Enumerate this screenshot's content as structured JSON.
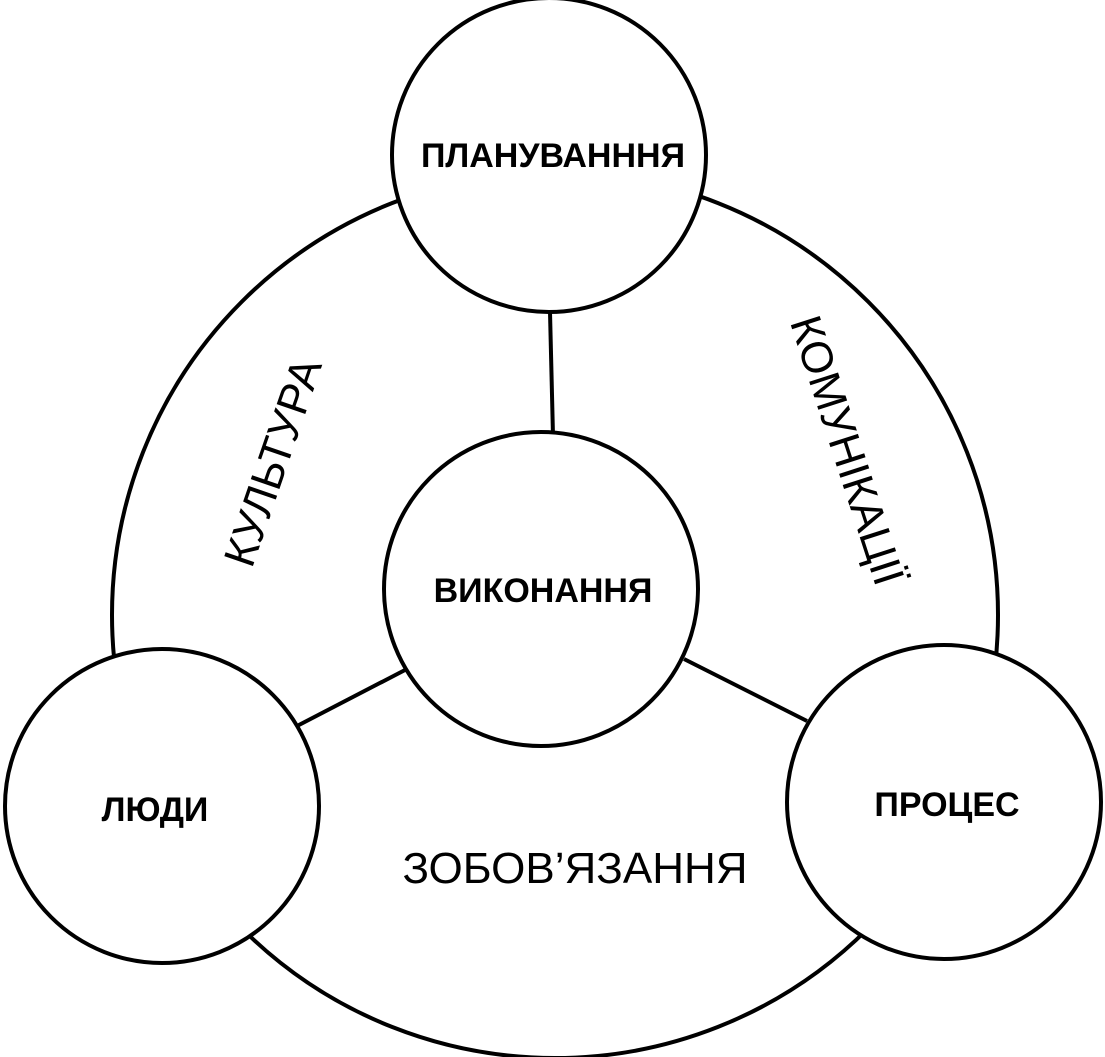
{
  "diagram": {
    "nodes": {
      "planning": "ПЛАНУВАНННЯ",
      "execution": "ВИКОНАННЯ",
      "people": "ЛЮДИ",
      "process": "ПРОЦЕС"
    },
    "areas": {
      "culture": "КУЛЬТУРА",
      "communications": "КОМУНІКАЦІЇ",
      "commitment": "ЗОБОВ’ЯЗАННЯ"
    },
    "colors": {
      "stroke": "#000000",
      "background": "#ffffff"
    }
  }
}
